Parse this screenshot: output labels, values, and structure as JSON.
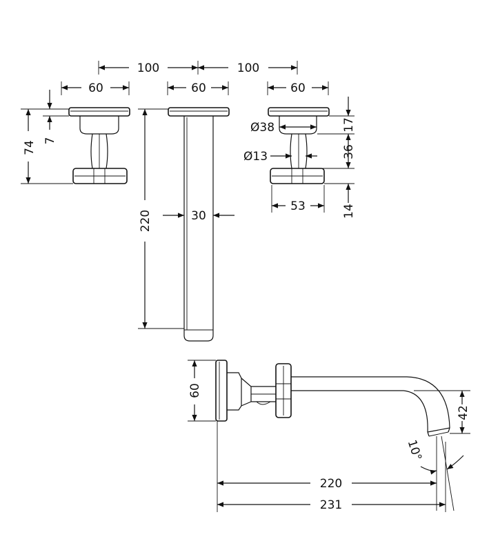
{
  "dimensions": {
    "d100_left": "100",
    "d100_right": "100",
    "w60_left": "60",
    "w60_center": "60",
    "w60_right": "60",
    "h74": "74",
    "h7": "7",
    "len220": "220",
    "dia30": "30",
    "dia38": "Ø38",
    "dia13": "Ø13",
    "w53": "53",
    "h17": "17",
    "h36": "36",
    "h14": "14",
    "side60": "60",
    "side42": "42",
    "angle10": "10°",
    "proj220": "220",
    "proj231": "231"
  }
}
